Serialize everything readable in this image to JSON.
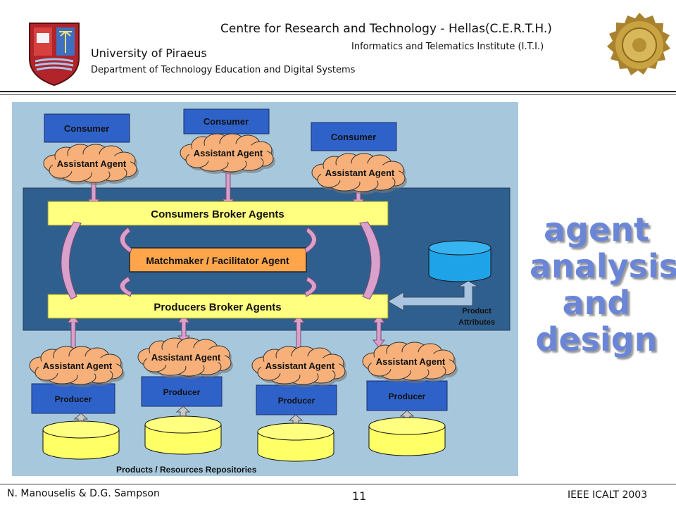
{
  "header": {
    "certh_line": "Centre for Research and Technology - Hellas(C.E.R.T.H.)",
    "iti_line": "Informatics and Telematics Institute (I.T.I.)",
    "university": "University of Piraeus",
    "department": "Department of Technology Education and Digital Systems"
  },
  "diagram": {
    "consumer_label": "Consumer",
    "assistant_label": "Assistant Agent",
    "producer_label": "Producer",
    "consumers_broker": "Consumers Broker Agents",
    "matchmaker": "Matchmaker / Facilitator Agent",
    "producers_broker": "Producers Broker Agents",
    "product_attributes_1": "Product",
    "product_attributes_2": "Attributes",
    "repositories": "Products / Resources Repositories"
  },
  "side_title": {
    "line1": "agent",
    "line2": "analysis",
    "line3": "and",
    "line4": "design"
  },
  "footer": {
    "authors": "N. Manouselis & D.G. Sampson",
    "page_number": "11",
    "conference": "IEEE ICALT 2003"
  },
  "colors": {
    "diagram_bg": "#a7c8dc",
    "system_box": "#2f5f8e",
    "consumer_box": "#2f62c9",
    "broker_bar": "#ffff80",
    "matchmaker": "#ffa64d",
    "cloud": "#f7b079",
    "arrow": "#d9a0cc",
    "title_blue": "#6b86d6"
  }
}
